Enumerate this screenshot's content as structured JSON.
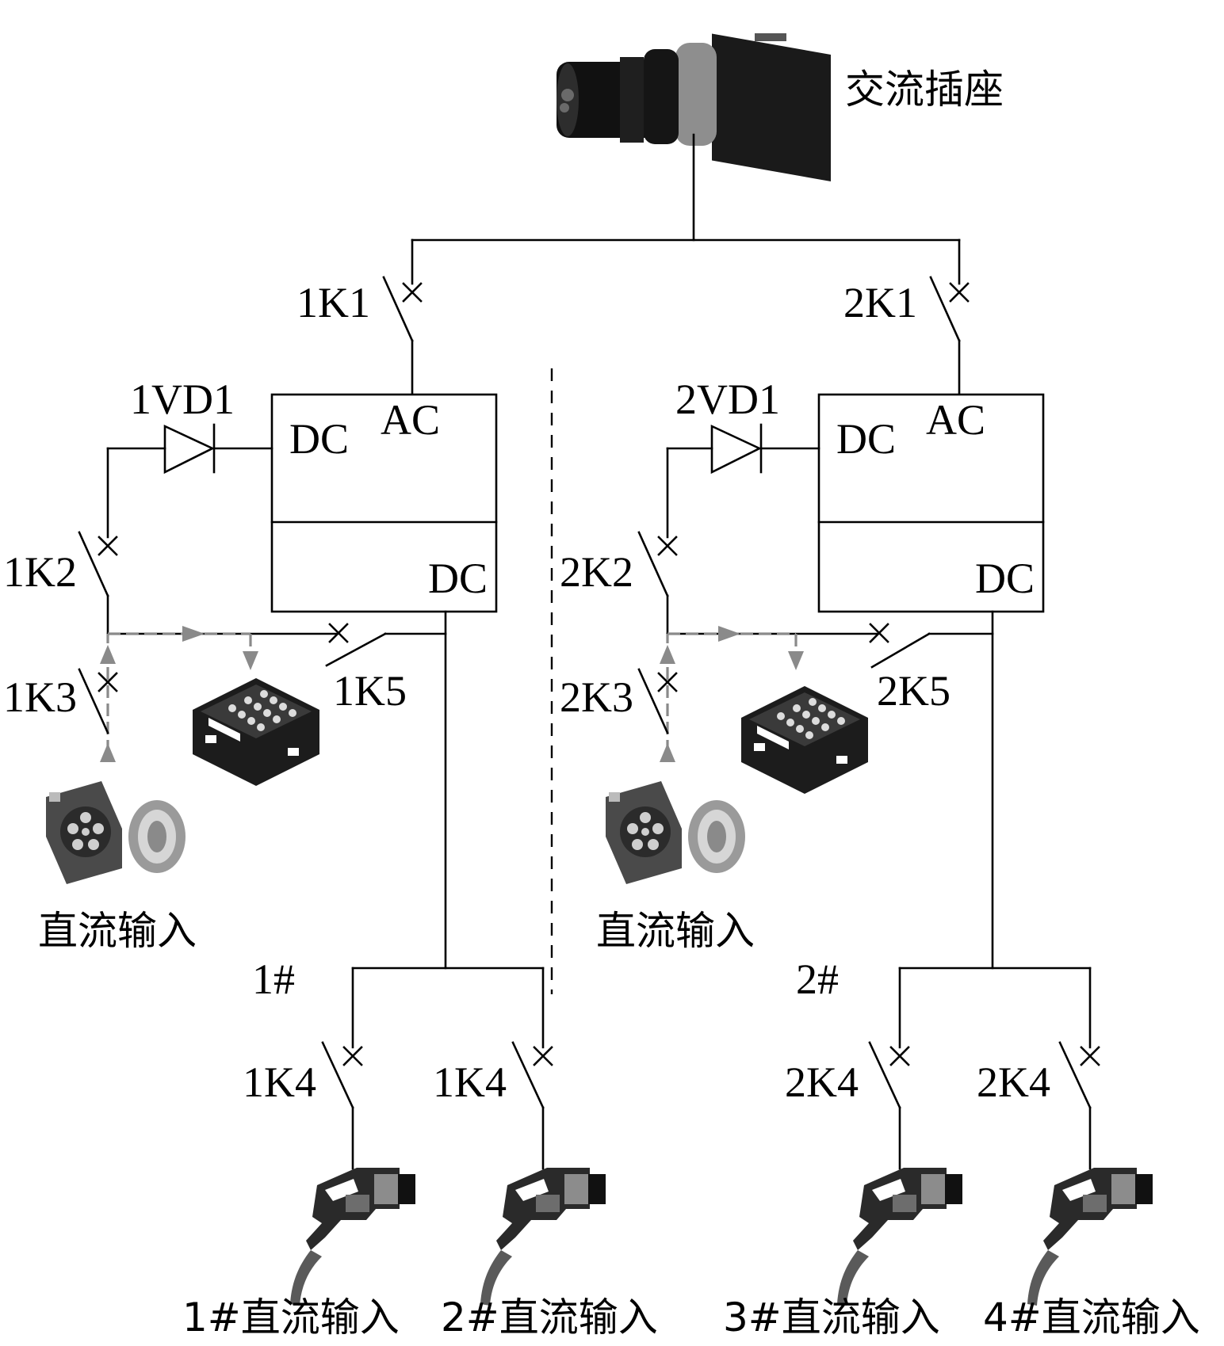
{
  "labels": {
    "ac_socket": "交流插座",
    "k1_left": "1K1",
    "k1_right": "2K1",
    "vd_left": "1VD1",
    "vd_right": "2VD1",
    "ac_left": "AC",
    "ac_right": "AC",
    "dc_top_left": "DC",
    "dc_top_right": "DC",
    "dc_bottom_left": "DC",
    "dc_bottom_right": "DC",
    "k2_left": "1K2",
    "k2_right": "2K2",
    "k3_left": "1K3",
    "k3_right": "2K3",
    "k5_left": "1K5",
    "k5_right": "2K5",
    "dc_input_left": "直流输入",
    "dc_input_right": "直流输入",
    "unit_left": "1#",
    "unit_right": "2#",
    "k4_a": "1K4",
    "k4_b": "1K4",
    "k4_c": "2K4",
    "k4_d": "2K4",
    "out_1": "1#直流输入",
    "out_2": "2#直流输入",
    "out_3": "3#直流输入",
    "out_4": "4#直流输入"
  },
  "icons": {
    "ac_socket": "ac-socket-icon",
    "dc_inlet": "dc-inlet-icon",
    "battery": "battery-pack-icon",
    "charging_gun": "charging-gun-icon"
  },
  "colors": {
    "wire": "#000000",
    "flow": "#8a8a8a"
  }
}
